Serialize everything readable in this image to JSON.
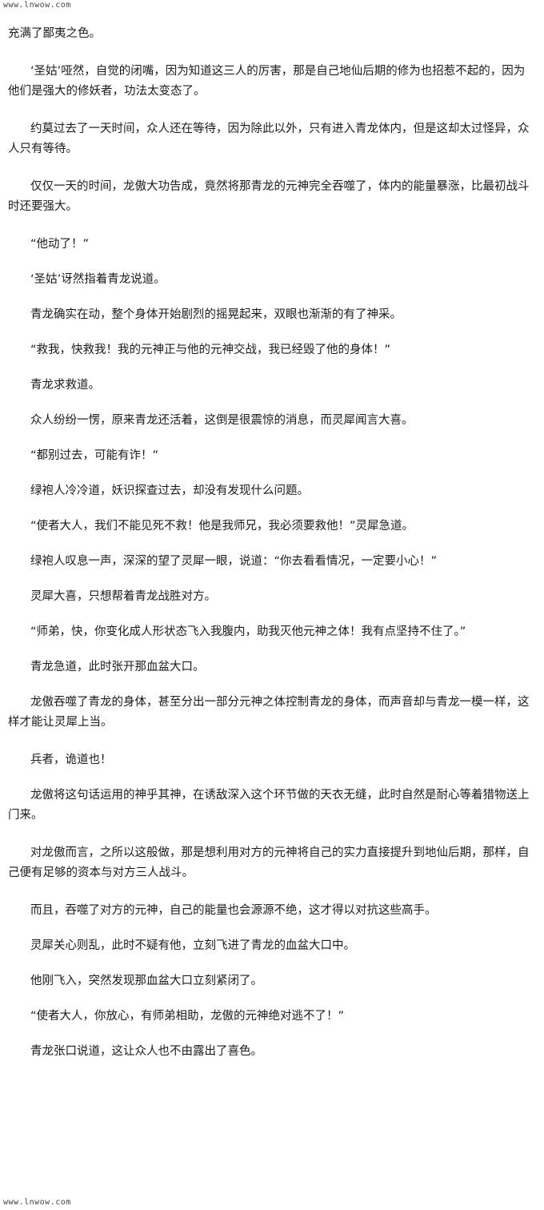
{
  "watermark": {
    "top": "www.lnwow.com",
    "bottom": "www.lnwow.com"
  },
  "paragraphs": [
    {
      "text": "充满了鄙夷之色。",
      "indent": false
    },
    {
      "text": "‘圣姑’哑然，自觉的闭嘴，因为知道这三人的厉害，那是自己地仙后期的修为也招惹不起的，因为他们是强大的修妖者，功法太变态了。",
      "indent": true
    },
    {
      "text": "约莫过去了一天时间，众人还在等待，因为除此以外，只有进入青龙体内，但是这却太过怪异，众人只有等待。",
      "indent": true
    },
    {
      "text": "仅仅一天的时间，龙傲大功告成，竟然将那青龙的元神完全吞噬了，体内的能量暴涨，比最初战斗时还要强大。",
      "indent": true
    },
    {
      "text": "“他动了！”",
      "indent": true
    },
    {
      "text": "‘圣姑’讶然指着青龙说道。",
      "indent": true
    },
    {
      "text": "青龙确实在动，整个身体开始剧烈的摇晃起来，双眼也渐渐的有了神采。",
      "indent": true
    },
    {
      "text": "“救我，快救我！我的元神正与他的元神交战，我已经毁了他的身体！”",
      "indent": true
    },
    {
      "text": "青龙求救道。",
      "indent": true
    },
    {
      "text": "众人纷纷一愣，原来青龙还活着，这倒是很震惊的消息，而灵犀闻言大喜。",
      "indent": true
    },
    {
      "text": "“都别过去，可能有诈！”",
      "indent": true
    },
    {
      "text": "绿袍人冷冷道，妖识探查过去，却没有发现什么问题。",
      "indent": true
    },
    {
      "text": "“使者大人，我们不能见死不救！他是我师兄，我必须要救他！”灵犀急道。",
      "indent": true
    },
    {
      "text": "绿袍人叹息一声，深深的望了灵犀一眼，说道：“你去看看情况，一定要小心！”",
      "indent": true
    },
    {
      "text": "灵犀大喜，只想帮着青龙战胜对方。",
      "indent": true
    },
    {
      "text": "“师弟，快，你变化成人形状态飞入我腹内，助我灭他元神之体！我有点坚持不住了。”",
      "indent": true
    },
    {
      "text": "青龙急道，此时张开那血盆大口。",
      "indent": true
    },
    {
      "text": "龙傲吞噬了青龙的身体，甚至分出一部分元神之体控制青龙的身体，而声音却与青龙一模一样，这样才能让灵犀上当。",
      "indent": true
    },
    {
      "text": "兵者，诡道也！",
      "indent": true
    },
    {
      "text": "龙傲将这句话运用的神乎其神，在诱敌深入这个环节做的天衣无缝，此时自然是耐心等着猎物送上门来。",
      "indent": true
    },
    {
      "text": "对龙傲而言，之所以这般做，那是想利用对方的元神将自己的实力直接提升到地仙后期，那样，自己便有足够的资本与对方三人战斗。",
      "indent": true
    },
    {
      "text": "而且，吞噬了对方的元神，自己的能量也会源源不绝，这才得以对抗这些高手。",
      "indent": true
    },
    {
      "text": "灵犀关心则乱，此时不疑有他，立刻飞进了青龙的血盆大口中。",
      "indent": true
    },
    {
      "text": "他刚飞入，突然发现那血盆大口立刻紧闭了。",
      "indent": true
    },
    {
      "text": "“使者大人，你放心，有师弟相助，龙傲的元神绝对逃不了！”",
      "indent": true
    },
    {
      "text": "青龙张口说道，这让众人也不由露出了喜色。",
      "indent": true
    }
  ]
}
